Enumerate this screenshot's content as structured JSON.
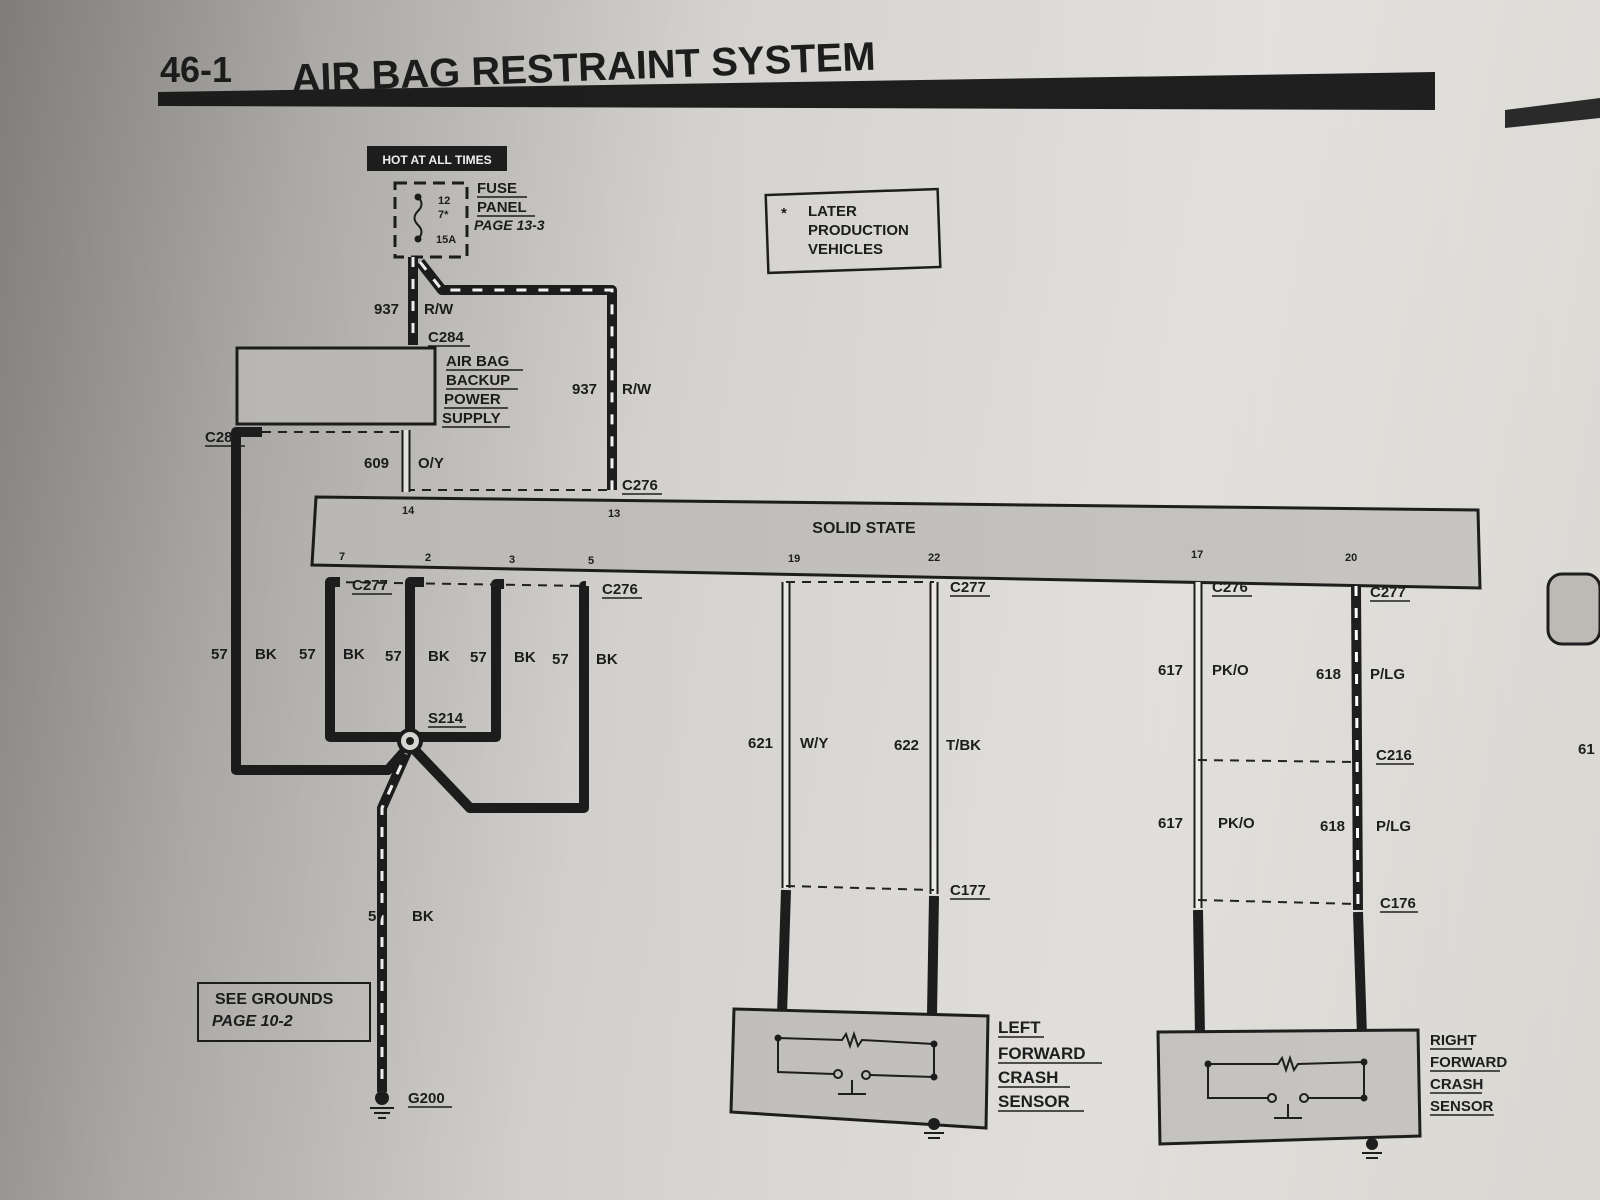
{
  "page": {
    "section_number": "46-1",
    "title": "AIR BAG RESTRAINT SYSTEM"
  },
  "power": {
    "hot_label": "HOT AT ALL TIMES",
    "fuse_numbers": "12\n7*",
    "fuse_rating": "15A",
    "fuse_panel_line1": "FUSE",
    "fuse_panel_line2": "PANEL",
    "fuse_panel_page": "PAGE 13-3"
  },
  "note": {
    "marker": "*",
    "line1": "LATER",
    "line2": "PRODUCTION",
    "line3": "VEHICLES"
  },
  "backup_supply": {
    "line1": "AIR BAG",
    "line2": "BACKUP",
    "line3": "POWER",
    "line4": "SUPPLY"
  },
  "module": {
    "label": "SOLID STATE"
  },
  "pins": {
    "p14": "14",
    "p13": "13",
    "p7": "7",
    "p2": "2",
    "p3": "3",
    "p5": "5",
    "p19": "19",
    "p22": "22",
    "p17": "17",
    "p20": "20"
  },
  "connectors": {
    "c284_top": "C284",
    "c284_left": "C284",
    "c276_top": "C276",
    "c277_left": "C277",
    "c276_left": "C276",
    "c277_mid": "C277",
    "c276_right": "C276",
    "c277_right": "C277",
    "c216": "C216",
    "c177": "C177",
    "c176": "C176",
    "s214": "S214",
    "g200": "G200"
  },
  "wires": {
    "w937a_num": "937",
    "w937a_color": "R/W",
    "w937b_num": "937",
    "w937b_color": "R/W",
    "w609_num": "609",
    "w609_color": "O/Y",
    "g1_num": "57",
    "g1_color": "BK",
    "g2_num": "57",
    "g2_color": "BK",
    "g3_num": "57",
    "g3_color": "BK",
    "g4_num": "57",
    "g4_color": "BK",
    "g5_num": "57",
    "g5_color": "BK",
    "g6_num": "57",
    "g6_color": "BK",
    "w621_num": "621",
    "w621_color": "W/Y",
    "w622_num": "622",
    "w622_color": "T/BK",
    "w617a_num": "617",
    "w617a_color": "PK/O",
    "w618a_num": "618",
    "w618a_color": "P/LG",
    "w617b_num": "617",
    "w617b_color": "PK/O",
    "w618b_num": "618",
    "w618b_color": "P/LG"
  },
  "grounds_ref": {
    "line1": "SEE GROUNDS",
    "line2": "PAGE 10-2"
  },
  "left_sensor": {
    "line1": "LEFT",
    "line2": "FORWARD",
    "line3": "CRASH",
    "line4": "SENSOR"
  },
  "right_sensor": {
    "line1": "RIGHT",
    "line2": "FORWARD",
    "line3": "CRASH",
    "line4": "SENSOR"
  },
  "edge_text": {
    "right_edge": "61"
  }
}
